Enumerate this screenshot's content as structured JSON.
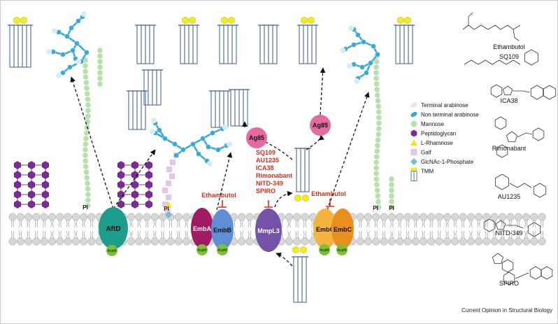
{
  "colors": {
    "membrane_head": "#d7d7d7",
    "lipid_box": "#3c5a9a",
    "terminal_arabinose": "#d3ecf5",
    "non_terminal_arabinose": "#37a8dc",
    "mannose": "#b8dfae",
    "peptidoglycan": "#7b2a96",
    "rhamnose": "#f2e31b",
    "galf": "#e8c4e6",
    "glcnac": "#6cc3cf",
    "tmm_head": "#f4ee12",
    "ag85": "#e66a9f",
    "aftd": "#1e9c8d",
    "emba": "#a11a64",
    "embb": "#5e8fd4",
    "mmpl3": "#7352a8",
    "embc_left": "#f4b43e",
    "embc_right": "#ea8f1d",
    "acpm": "#7ac133",
    "inhibitor_red": "#e12a1a"
  },
  "proteins": {
    "aftd": "AftD",
    "emba": "EmbA",
    "embb": "EmbB",
    "mmpl3": "MmpL3",
    "embc_left": "EmbC",
    "embc_right": "EmbC",
    "acpm": "AcpM"
  },
  "enzymes": {
    "ag85": "Ag85"
  },
  "lipid_anchor": "PI",
  "inhibitors": {
    "ethambutol": "Ethambutol",
    "mmpl3_list": [
      "SQ109",
      "AU1235",
      "ICA38",
      "Rimonabant",
      "NITD-349",
      "SPIRO"
    ]
  },
  "legend": [
    {
      "label": "Terminal arabinose",
      "icon": "terminal-arabinose-icon"
    },
    {
      "label": "Non terminal arabinose",
      "icon": "non-terminal-arabinose-icon"
    },
    {
      "label": "Mannose",
      "icon": "mannose-icon"
    },
    {
      "label": "Peptidoglycan",
      "icon": "peptidoglycan-icon"
    },
    {
      "label": "L-Rhamnose",
      "icon": "rhamnose-icon"
    },
    {
      "label": "Galf",
      "icon": "galf-icon"
    },
    {
      "label": "GlcNAc-1-Phosphate",
      "icon": "glcnac-icon"
    },
    {
      "label": "TMM",
      "icon": "tmm-icon"
    }
  ],
  "compounds": [
    "Ethambutol",
    "SQ109",
    "ICA38",
    "Rimonabant",
    "AU1235",
    "NITD-349",
    "SPIRO"
  ],
  "source": "Current Opinion in Structural Biology"
}
